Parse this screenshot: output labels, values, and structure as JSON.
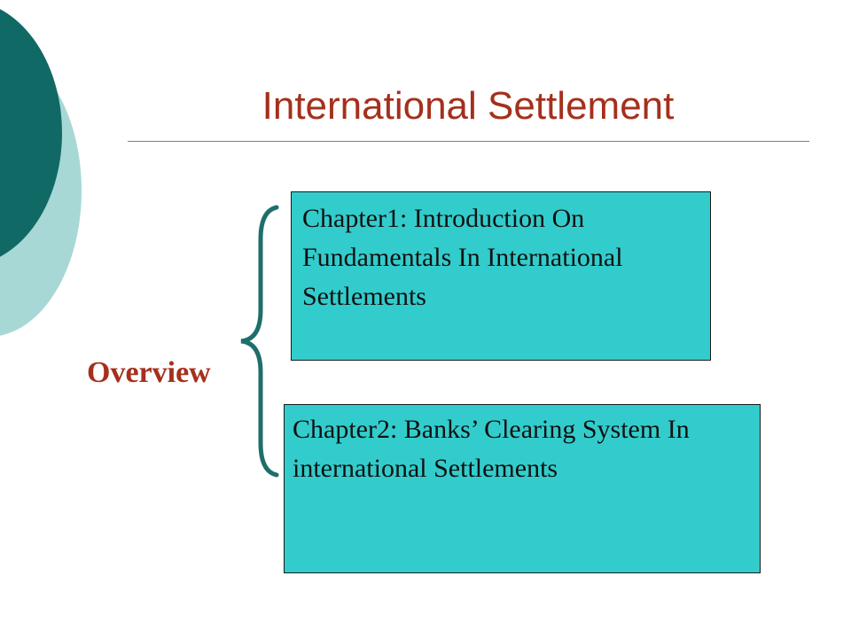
{
  "slide": {
    "title": "International Settlement",
    "overview_label": "Overview",
    "chapters": [
      {
        "text": "Chapter1: Introduction On Fundamentals In International Settlements"
      },
      {
        "text": "Chapter2: Banks’ Clearing System In international Settlements"
      }
    ]
  },
  "colors": {
    "title": "#a5301c",
    "box_fill": "#33cccc",
    "brace": "#1f6e6b",
    "circle_dark": "#116966",
    "circle_light": "#a7d8d6"
  },
  "icons": {
    "brace": "curly-brace-icon"
  }
}
